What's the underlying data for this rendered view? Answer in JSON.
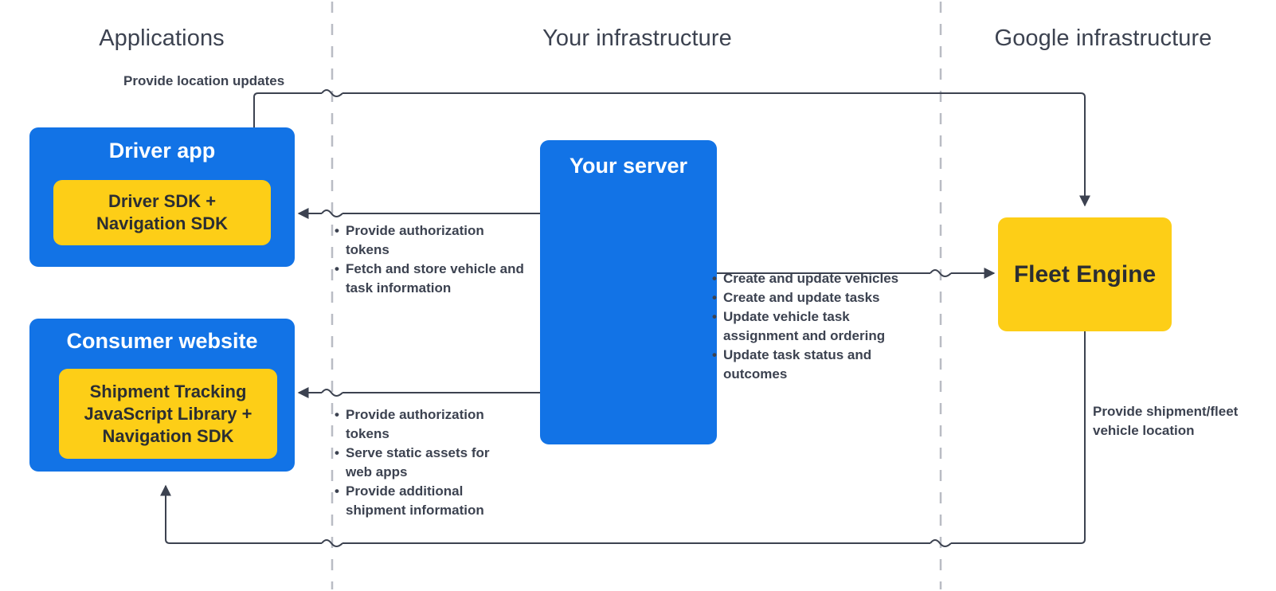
{
  "diagram": {
    "title": "Fleet Engine architecture overview",
    "colors": {
      "blue": "#1273e6",
      "yellow": "#fdce17",
      "text_dark": "#3c4250",
      "line": "#3c4250",
      "divider": "#b9bcc4"
    },
    "zones": [
      {
        "id": "applications",
        "label": "Applications"
      },
      {
        "id": "your-infrastructure",
        "label": "Your infrastructure"
      },
      {
        "id": "google-infrastructure",
        "label": "Google infrastructure"
      }
    ],
    "nodes": [
      {
        "id": "driver-app",
        "title": "Driver app",
        "inner": "Driver SDK +\nNavigation SDK",
        "inner_lines": [
          "Driver SDK +",
          "Navigation SDK"
        ]
      },
      {
        "id": "consumer-website",
        "title": "Consumer website",
        "inner_lines": [
          "Shipment Tracking",
          "JavaScript Library  +",
          "Navigation SDK"
        ]
      },
      {
        "id": "your-server",
        "title": "Your server"
      },
      {
        "id": "fleet-engine",
        "title": "Fleet Engine"
      }
    ],
    "edges": {
      "driver_to_fleet": {
        "label": "Provide location updates"
      },
      "server_to_driver": {
        "bullets": [
          "Provide authorization tokens",
          "Fetch and store vehicle and task information"
        ]
      },
      "server_to_consumer": {
        "bullets": [
          "Provide authorization tokens",
          "Serve static assets for web apps",
          "Provide additional shipment information"
        ]
      },
      "server_to_fleet": {
        "bullets": [
          "Create and update vehicles",
          "Create and update tasks",
          "Update vehicle task assignment and ordering",
          "Update task status and outcomes"
        ]
      },
      "fleet_to_consumer": {
        "label_lines": [
          "Provide shipment/fleet",
          "vehicle location"
        ]
      }
    }
  }
}
